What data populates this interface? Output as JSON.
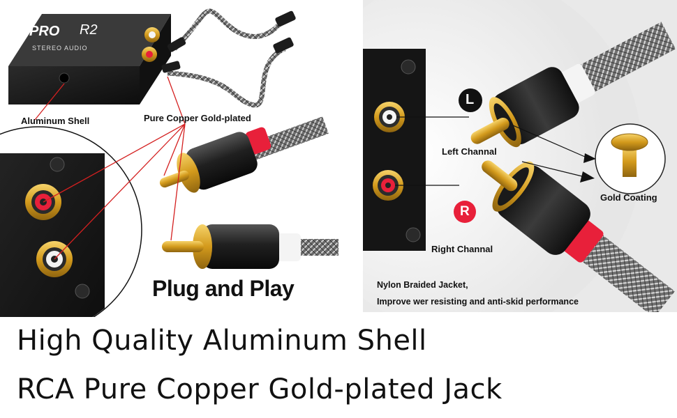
{
  "left_panel": {
    "logo_pro": "PRO",
    "logo_model": "R2",
    "logo_sub": "STEREO AUDIO",
    "label_shell": "Aluminum Shell",
    "label_copper": "Pure Copper Gold-plated",
    "label_plug": "Plug and Play"
  },
  "right_panel": {
    "badge_left": "L",
    "badge_right": "R",
    "label_left_channel": "Left Channal",
    "label_right_channel": "Right Channal",
    "label_gold": "Gold Coating",
    "label_jacket_1": "Nylon Braided Jacket,",
    "label_jacket_2": "Improve wer resisting and anti-skid performance"
  },
  "captions": {
    "line1": "High Quality Aluminum Shell",
    "line2": "RCA Pure Copper Gold-plated Jack"
  },
  "colors": {
    "gold": "#d9a520",
    "red": "#e8203a",
    "black": "#1a1a1a",
    "callout_line": "#d42020"
  }
}
